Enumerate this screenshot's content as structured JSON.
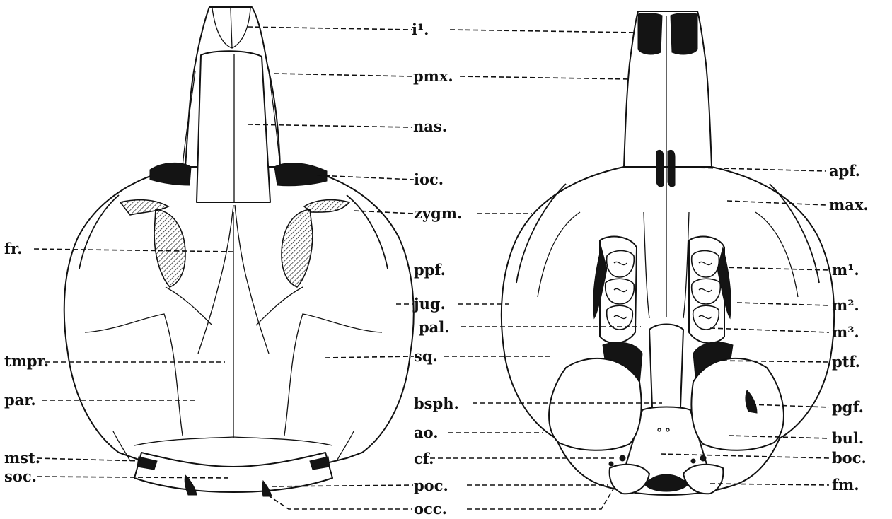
{
  "labels": {
    "center": [
      "i¹.",
      "pmx.",
      "nas.",
      "ioc.",
      "zygm.",
      "ppf.",
      "jug.",
      "pal.",
      "sq.",
      "bsph.",
      "ao.",
      "cf.",
      "poc.",
      "occ."
    ],
    "left": [
      "fr.",
      "tmpr.",
      "par.",
      "mst.",
      "soc."
    ],
    "right": [
      "apf.",
      "max.",
      "m¹.",
      "m².",
      "m³.",
      "ptf.",
      "pgf.",
      "bul.",
      "boc.",
      "fm."
    ]
  }
}
